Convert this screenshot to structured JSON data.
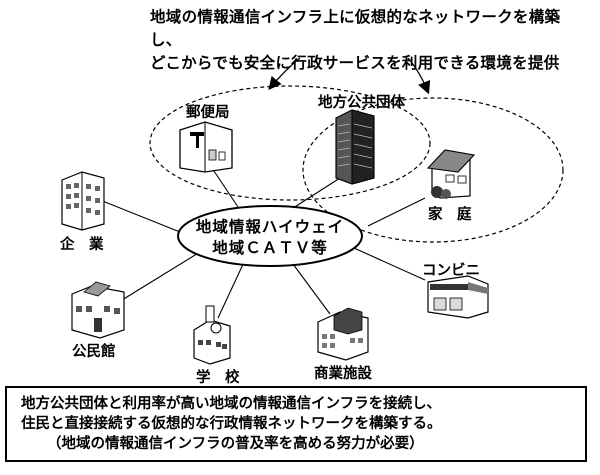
{
  "caption": {
    "line1": "地域の情報通信インフラ上に仮想的なネットワークを構築し、",
    "line2": "どこからでも安全に行政サービスを利用できる環境を提供"
  },
  "hub": {
    "line1": "地域情報ハイウェイ",
    "line2": "地域ＣＡＴＶ等"
  },
  "nodes": {
    "post_office": "郵便局",
    "local_government": "地方公共団体",
    "home": "家　庭",
    "enterprise": "企　業",
    "convenience_store": "コンビニ",
    "community_center": "公民館",
    "school": "学　校",
    "commercial_facility": "商業施設"
  },
  "summary": {
    "line1": "地方公共団体と利用率が高い地域の情報通信インフラを接続し、",
    "line2": "住民と直接接続する仮想的な行政情報ネットワークを構築する。",
    "line3": "（地域の情報通信インフラの普及率を高める努力が必要）"
  }
}
